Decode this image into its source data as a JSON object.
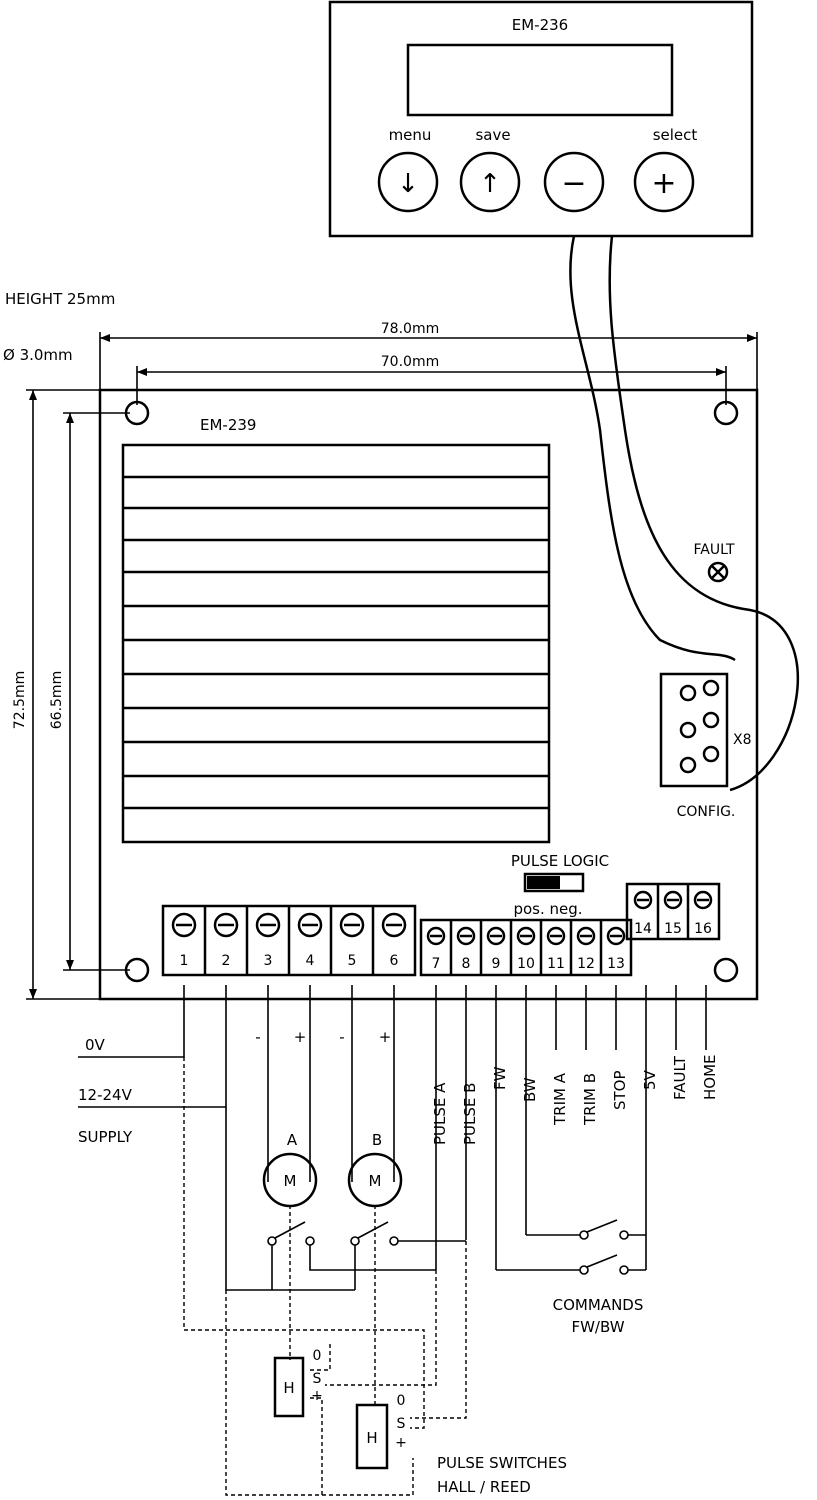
{
  "remote": {
    "title": "EM-236",
    "buttons": [
      {
        "label": "menu",
        "symbol": "↓"
      },
      {
        "label": "save",
        "symbol": "↑"
      },
      {
        "label": "",
        "symbol": "−"
      },
      {
        "label": "select",
        "symbol": "+"
      }
    ]
  },
  "dimensions": {
    "height": "HEIGHT 25mm",
    "hole": "Ø 3.0mm",
    "width_outer": "78.0mm",
    "width_inner": "70.0mm",
    "height_outer": "72.5mm",
    "height_inner": "66.5mm"
  },
  "board": {
    "title": "EM-239",
    "fault_label": "FAULT",
    "config_jumper": "X8",
    "config_label": "CONFIG.",
    "pulse_logic_label": "PULSE LOGIC",
    "pulse_logic_options": "pos. neg.",
    "terminals": [
      "1",
      "2",
      "3",
      "4",
      "5",
      "6",
      "7",
      "8",
      "9",
      "10",
      "11",
      "12",
      "13",
      "14",
      "15",
      "16"
    ]
  },
  "wiring": {
    "zero_v": "0V",
    "supply_v": "12-24V",
    "supply": "SUPPLY",
    "motor_polarity": [
      "-",
      "+",
      "-",
      "+"
    ],
    "motor_a": "A",
    "motor_b": "B",
    "motor_symbol": "M",
    "signals": [
      "PULSE A",
      "PULSE B",
      "FW",
      "BW",
      "TRIM A",
      "TRIM B",
      "STOP",
      "5V",
      "FAULT",
      "HOME"
    ],
    "commands_1": "COMMANDS",
    "commands_2": "FW/BW",
    "sensor_letter": "H",
    "sensor_pins": [
      "0",
      "S",
      "+"
    ],
    "pulse_switches_1": "PULSE SWITCHES",
    "pulse_switches_2": "HALL / REED"
  }
}
